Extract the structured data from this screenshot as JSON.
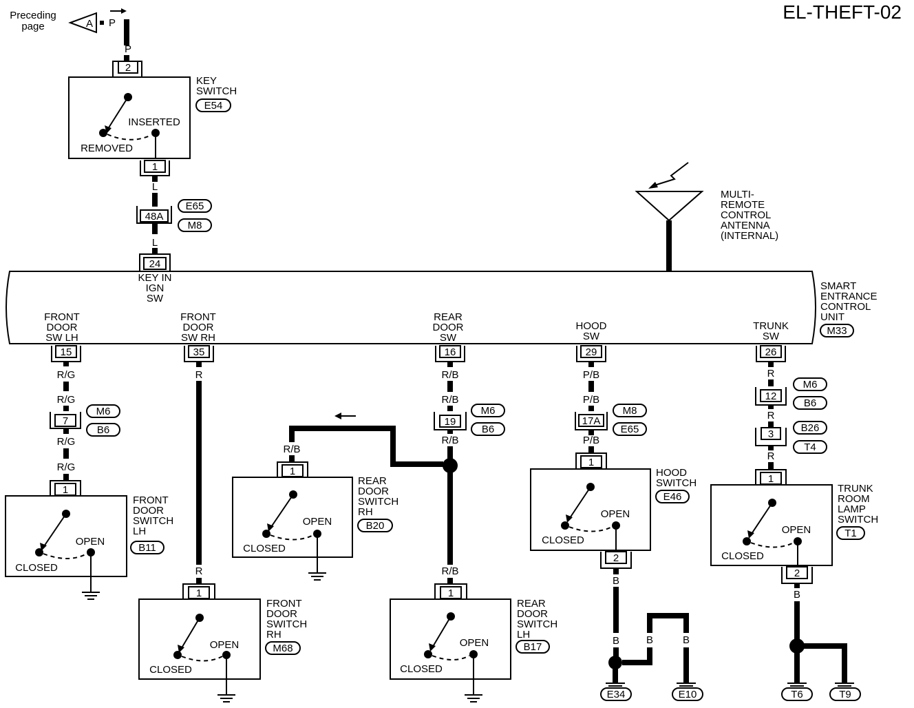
{
  "title": "EL-THEFT-02",
  "preceding": {
    "line1": "Preceding",
    "line2": "page",
    "connector": "A",
    "color": "P"
  },
  "key_switch": {
    "l1": "KEY",
    "l2": "SWITCH",
    "conn": "E54",
    "pin_top": "2",
    "pin_bottom": "1",
    "inserted": "INSERTED",
    "removed": "REMOVED",
    "wire_top": "P"
  },
  "key_wire": {
    "color1": "L",
    "pin": "48A",
    "conn1": "E65",
    "conn2": "M8",
    "color2": "L",
    "pin_unit": "24"
  },
  "antenna": {
    "l1": "MULTI-",
    "l2": "REMOTE",
    "l3": "CONTROL",
    "l4": "ANTENNA",
    "l5": "(INTERNAL)"
  },
  "unit": {
    "l1": "SMART",
    "l2": "ENTRANCE",
    "l3": "CONTROL",
    "l4": "UNIT",
    "conn": "M33",
    "key_ign": {
      "l1": "KEY IN",
      "l2": "IGN",
      "l3": "SW"
    },
    "fdlh": {
      "l1": "FRONT",
      "l2": "DOOR",
      "l3": "SW LH",
      "pin": "15"
    },
    "fdrh": {
      "l1": "FRONT",
      "l2": "DOOR",
      "l3": "SW RH",
      "pin": "35"
    },
    "rd": {
      "l1": "REAR",
      "l2": "DOOR",
      "l3": "SW",
      "pin": "16"
    },
    "hood": {
      "l1": "HOOD",
      "l2": "SW",
      "pin": "29"
    },
    "trunk": {
      "l1": "TRUNK",
      "l2": "SW",
      "pin": "26"
    }
  },
  "fdlh_branch": {
    "c1": "R/G",
    "c2": "R/G",
    "pin": "7",
    "conn1": "M6",
    "conn2": "B6",
    "c3": "R/G",
    "c4": "R/G",
    "sw_pin": "1",
    "l1": "FRONT",
    "l2": "DOOR",
    "l3": "SWITCH",
    "l4": "LH",
    "conn": "B11",
    "open": "OPEN",
    "closed": "CLOSED"
  },
  "fdrh_branch": {
    "c1": "R",
    "c2": "R",
    "sw_pin": "1",
    "l1": "FRONT",
    "l2": "DOOR",
    "l3": "SWITCH",
    "l4": "RH",
    "conn": "M68",
    "open": "OPEN",
    "closed": "CLOSED"
  },
  "rd_branch": {
    "c1": "R/B",
    "c2": "R/B",
    "pin": "19",
    "conn1": "M6",
    "conn2": "B6",
    "c3": "R/B",
    "c4": "R/B",
    "c5": "R/B",
    "arrow": "←"
  },
  "rdrh": {
    "pin": "1",
    "l1": "REAR",
    "l2": "DOOR",
    "l3": "SWITCH",
    "l4": "RH",
    "conn": "B20",
    "open": "OPEN",
    "closed": "CLOSED"
  },
  "rdlh": {
    "pin": "1",
    "l1": "REAR",
    "l2": "DOOR",
    "l3": "SWITCH",
    "l4": "LH",
    "conn": "B17",
    "open": "OPEN",
    "closed": "CLOSED"
  },
  "hood_branch": {
    "c1": "P/B",
    "c2": "P/B",
    "pin": "17A",
    "conn1": "M8",
    "conn2": "E65",
    "c3": "P/B",
    "sw_pin": "1",
    "sw_pin2": "2",
    "l1": "HOOD",
    "l2": "SWITCH",
    "conn": "E46",
    "open": "OPEN",
    "closed": "CLOSED",
    "g1": "B",
    "g2": "B",
    "g3": "B",
    "g4": "B",
    "gnd1": "E34",
    "gnd2": "E10"
  },
  "trunk_branch": {
    "c1": "R",
    "pin1": "12",
    "conn1": "M6",
    "conn2": "B6",
    "c2": "R",
    "pin2": "3",
    "conn3": "B26",
    "conn4": "T4",
    "c3": "R",
    "sw_pin": "1",
    "sw_pin2": "2",
    "l1": "TRUNK",
    "l2": "ROOM",
    "l3": "LAMP",
    "l4": "SWITCH",
    "conn": "T1",
    "open": "OPEN",
    "closed": "CLOSED",
    "g1": "B",
    "gnd1": "T6",
    "gnd2": "T9"
  }
}
